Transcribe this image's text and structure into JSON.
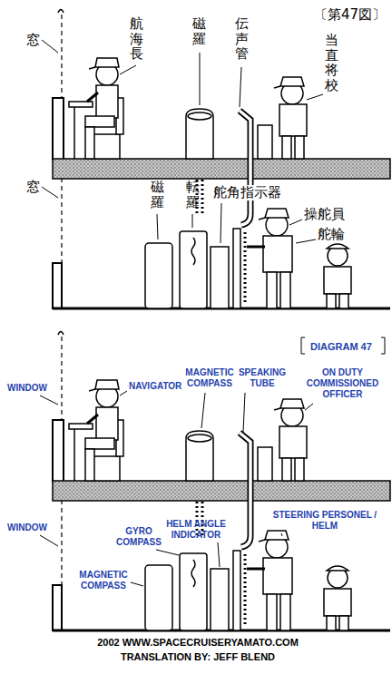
{
  "diagram": {
    "labels": [
      "〔第47図〕",
      "窓",
      "航海長",
      "磁羅",
      "伝声管",
      "当直将校",
      "窓",
      "磁羅",
      "転羅",
      "舵角指示器",
      "操舵員",
      "舵輪",
      "DIAGRAM 47",
      "WINDOW",
      "NAVIGATOR",
      "MAGNETIC COMPASS",
      "SPEAKING TUBE",
      "ON DUTY COMMISSIONED OFFICER",
      "WINDOW",
      "MAGNETIC COMPASS",
      "GYRO COMPASS",
      "HELM ANGLE INDICATOR",
      "STEERING PERSONEL / HELM",
      "2002 WWW.SPACECRUISERYAMATO.COM",
      "TRANSLATION BY: JEFF BLEND"
    ]
  }
}
